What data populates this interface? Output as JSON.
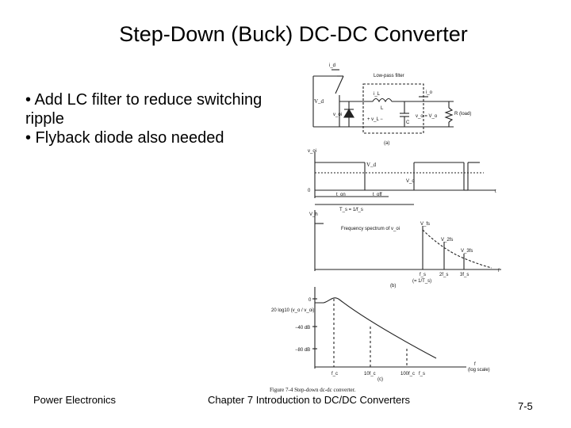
{
  "slide": {
    "title": "Step-Down (Buck) DC-DC Converter",
    "bullets": [
      "• Add LC filter to reduce switching ripple",
      "• Flyback diode also needed"
    ],
    "footer_left": "Power Electronics",
    "footer_center": "Chapter 7 Introduction to DC/DC Converters",
    "footer_right": "7-5"
  },
  "figure": {
    "caption": "Figure 7-4   Step-down dc-dc converter.",
    "circuit": {
      "lowpass_label": "Low-pass filter",
      "id": "i_d",
      "vd": "V_d",
      "voi": "v_oi",
      "il": "i_L",
      "io": "i_o",
      "L": "L",
      "vL": "+ v_L −",
      "C": "C",
      "vo": "v_o = V_o",
      "R": "R (load)",
      "part": "(a)"
    },
    "waveform": {
      "yaxis": "v_oi",
      "vd": "V_d",
      "vo": "V_o",
      "zero": "0",
      "t": "t",
      "ton": "t_on",
      "toff": "t_off",
      "ts": "T_s = 1/f_s"
    },
    "spectrum": {
      "yaxis": "V_h",
      "title": "Frequency spectrum of v_oi",
      "h1": "V_fs",
      "h2": "V_2fs",
      "h3": "V_3fs",
      "fs": "f_s",
      "f2": "2f_s",
      "f3": "3f_s",
      "f": "f",
      "formula": "(= 1/T_s)",
      "part": "(b)"
    },
    "bode": {
      "ylabel": "20 log10 (v_o / v_oi)",
      "zero": "0",
      "m40": "−40 dB",
      "m80": "−80 dB",
      "fc": "f_c",
      "f10": "10f_c",
      "f100": "100f_c",
      "fs": "f_s",
      "f": "f",
      "logscale": "(log scale)",
      "part": "(c)"
    }
  }
}
